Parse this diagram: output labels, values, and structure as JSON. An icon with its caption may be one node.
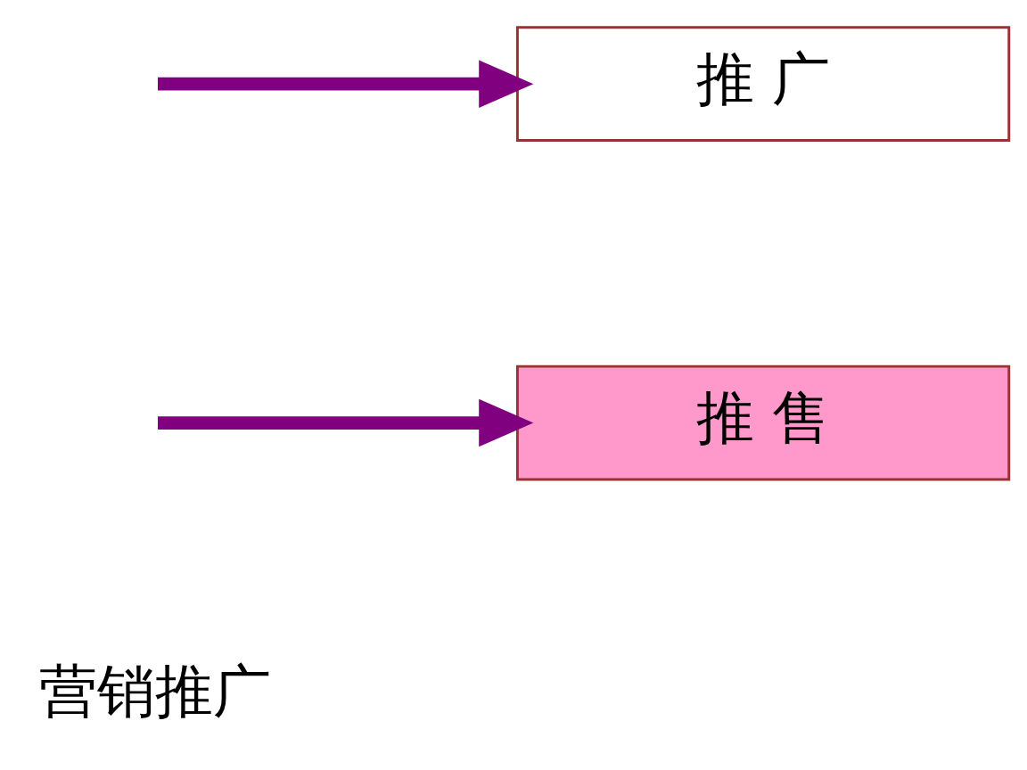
{
  "diagram": {
    "nodes": [
      {
        "text": [
          "营销推广"
        ]
      },
      {
        "text": [
          "推 售"
        ]
      },
      {
        "text": [
          "推 广"
        ]
      }
    ],
    "edges": [
      {
        "from": null,
        "to": 1,
        "arrow": "to"
      },
      {
        "from": null,
        "to": 2,
        "arrow": "to"
      }
    ]
  }
}
